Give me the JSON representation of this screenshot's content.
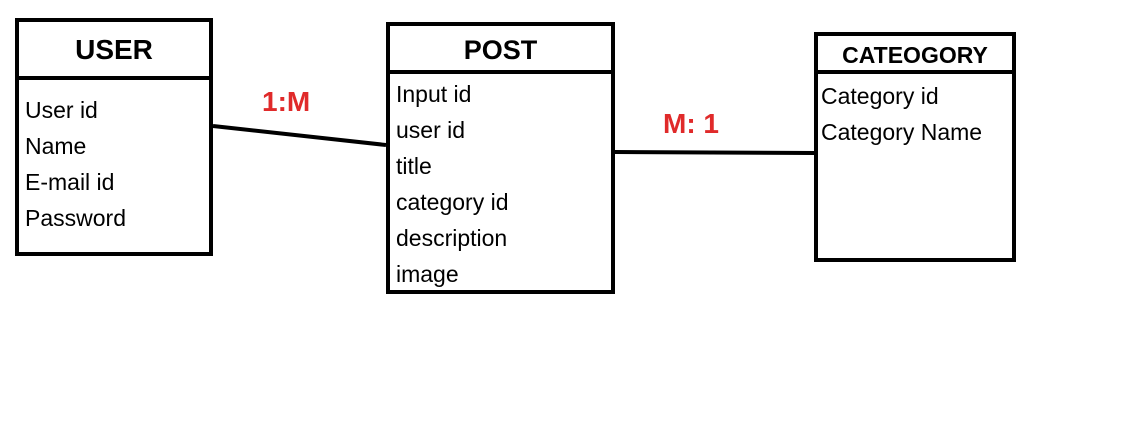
{
  "entities": {
    "user": {
      "title": "USER",
      "fields": [
        "User id",
        "Name",
        "E-mail id",
        "Password"
      ]
    },
    "post": {
      "title": "POST",
      "fields": [
        "Input id",
        "user id",
        "title",
        "category id",
        "description",
        "image"
      ]
    },
    "category": {
      "title": "CATEOGORY",
      "fields": [
        "Category id",
        "Category Name"
      ]
    }
  },
  "relationships": [
    {
      "from": "USER",
      "to": "POST",
      "cardinality": "1:M"
    },
    {
      "from": "POST",
      "to": "CATEOGORY",
      "cardinality": "M: 1"
    }
  ],
  "colors": {
    "line": "#000000",
    "cardinality": "#e02a2a"
  }
}
